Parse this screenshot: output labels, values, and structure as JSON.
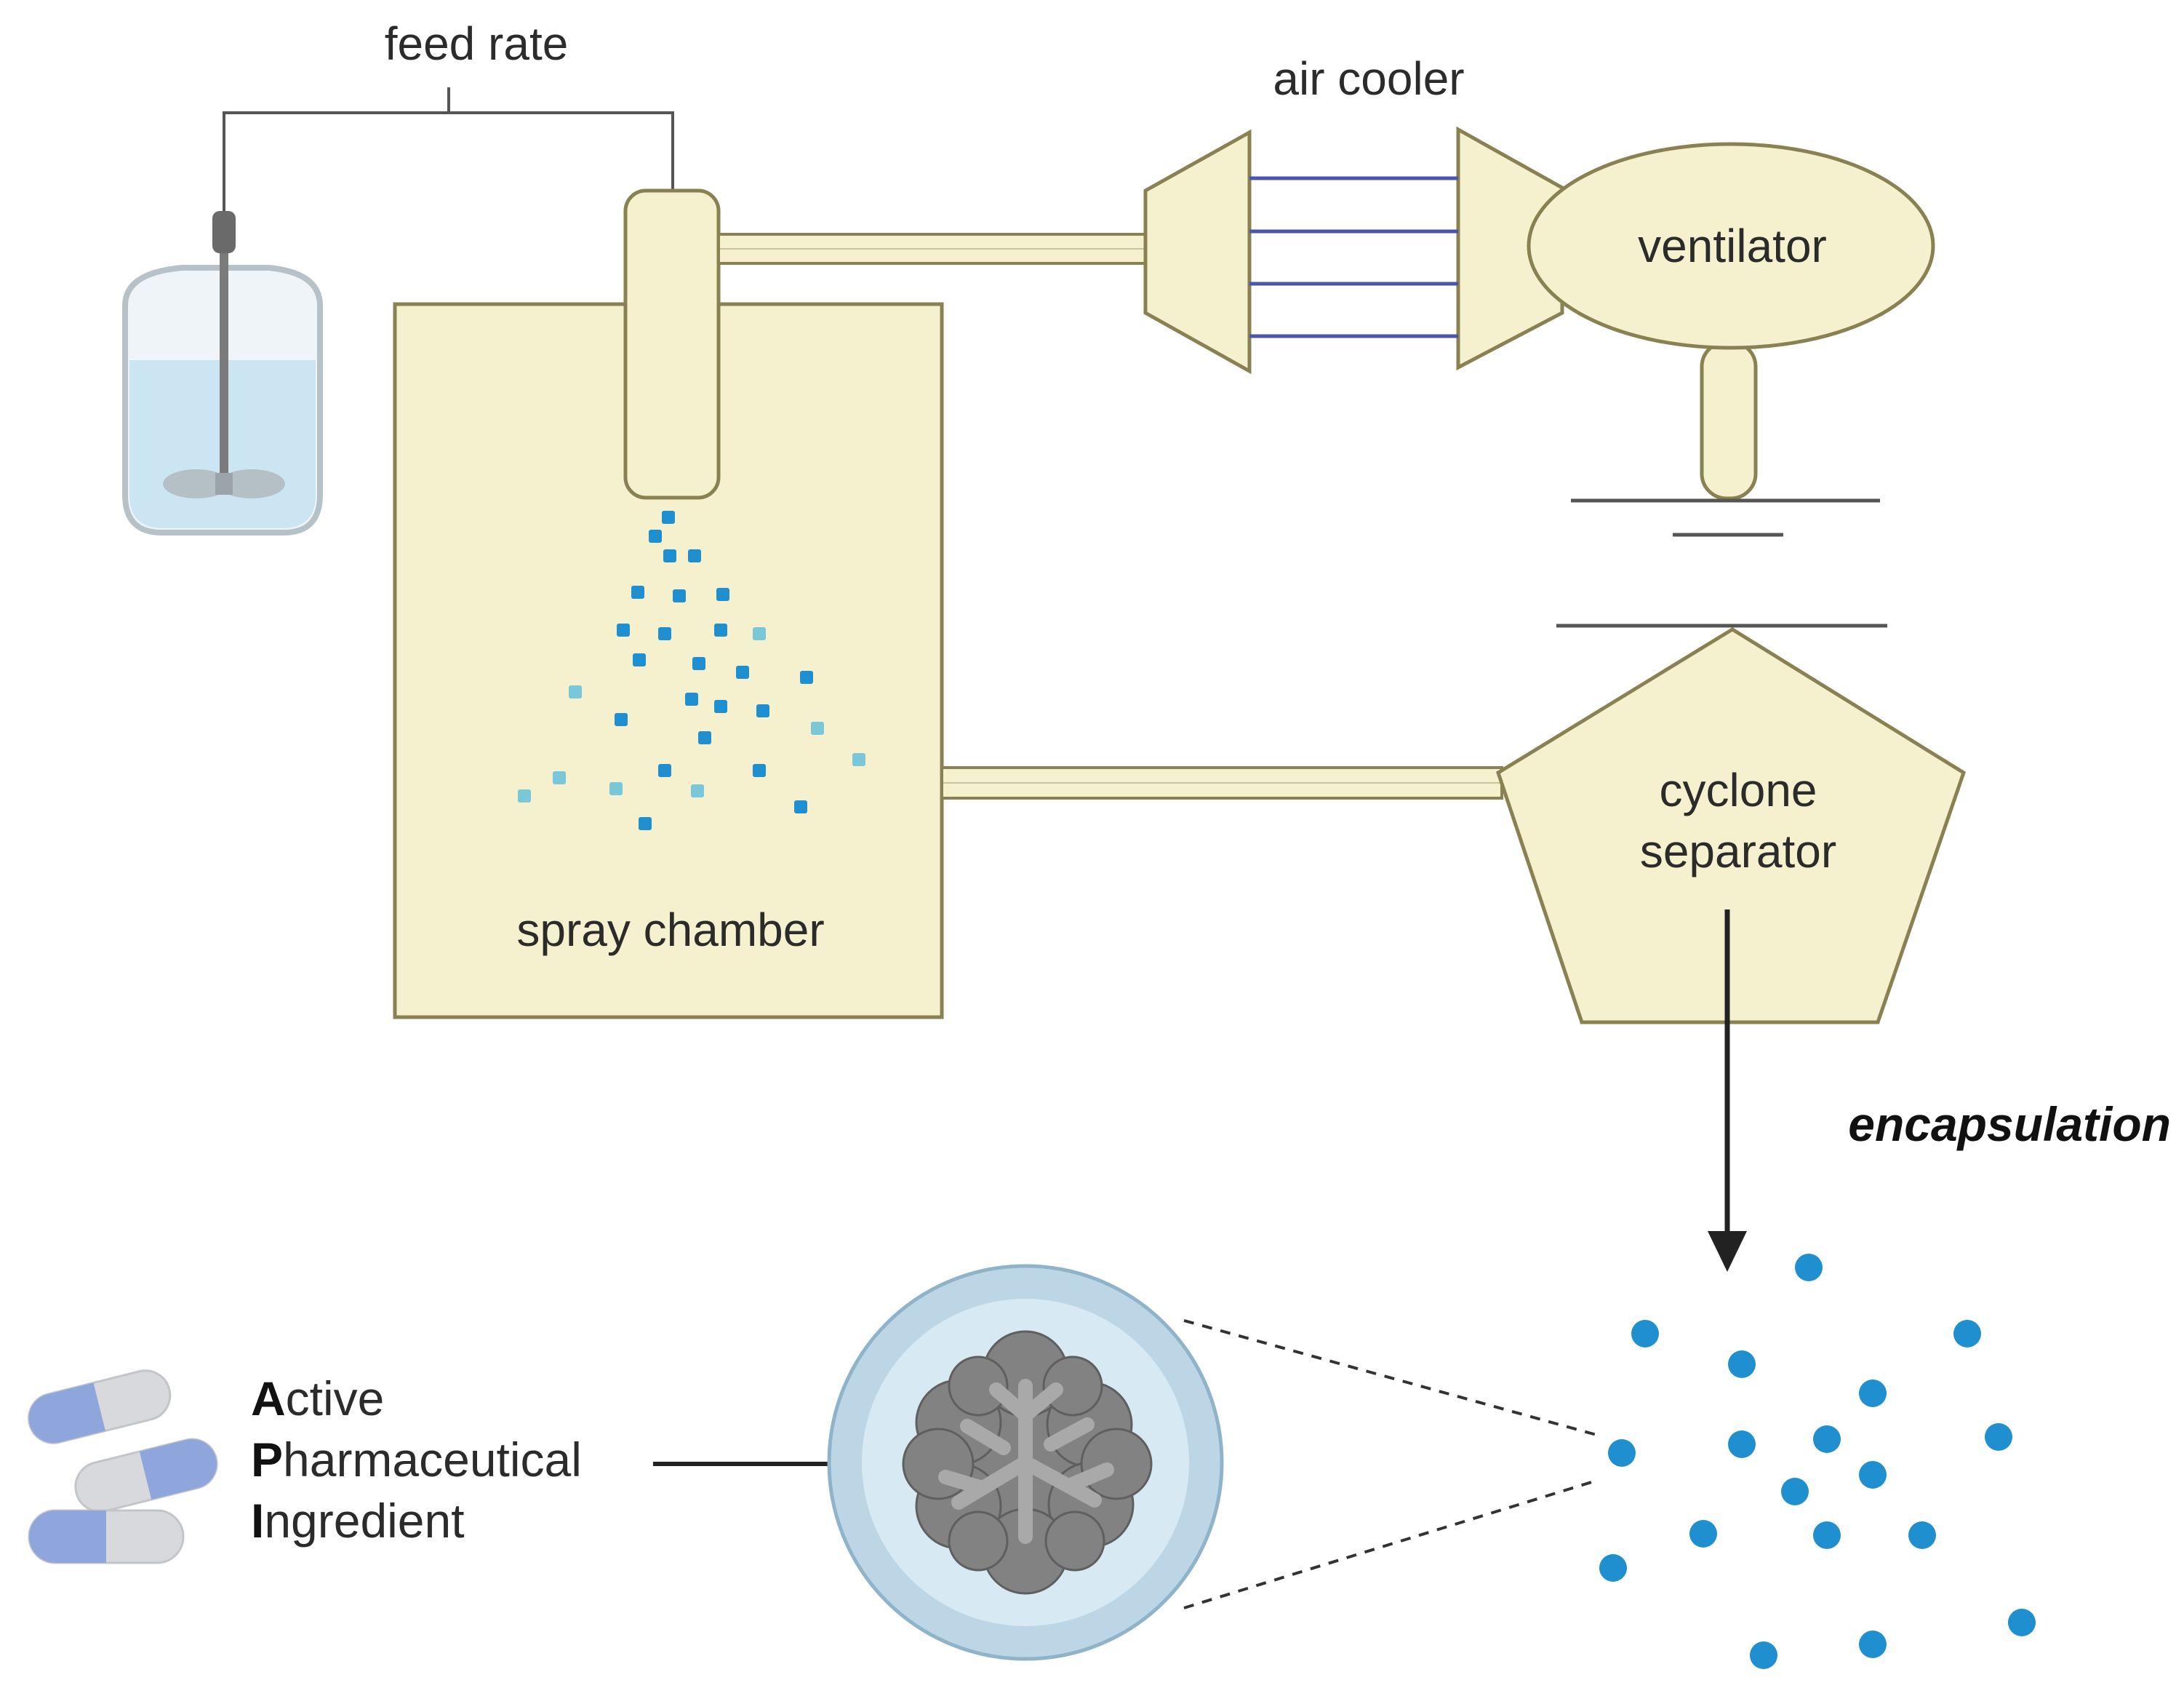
{
  "labels": {
    "feed_rate": "feed rate",
    "air_cooler": "air cooler",
    "ventilator": "ventilator",
    "spray_chamber": "spray chamber",
    "cyclone_line1": "cyclone",
    "cyclone_line2": "separator",
    "encapsulation": "encapsulation"
  },
  "api": {
    "line1_initial": "A",
    "line1_rest": "ctive",
    "line2_initial": "P",
    "line2_rest": "harmaceutical",
    "line3_initial": "I",
    "line3_rest": "ngredient"
  },
  "colors": {
    "equipment_fill": "#f5f1cf",
    "equipment_stroke": "#8a8152",
    "droplet_dark": "#1f8fcf",
    "droplet_light": "#79c7d9",
    "liquid": "#cbe6f2",
    "cooler_lines": "#4a55b0",
    "capsule_blue": "#8fa6dc",
    "capsule_gray": "#d7d9dc",
    "sphere_outer": "#bcd6e6",
    "sphere_inner": "#d7e9f2",
    "api_cluster": "#7f7f7f"
  },
  "icons": [
    "stirred-feed-tank-icon",
    "capsules-icon",
    "microparticle-icon"
  ]
}
